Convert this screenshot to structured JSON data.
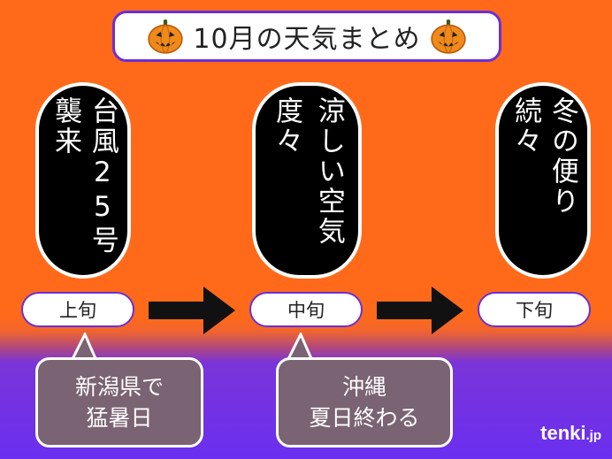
{
  "title": "10月の天気まとめ",
  "icons": {
    "title_left": "pumpkin-icon",
    "title_right": "pumpkin-icon",
    "arrows": "arrow-right-icon"
  },
  "columns": [
    {
      "pill_text": "台風25号襲来",
      "period": "上旬"
    },
    {
      "pill_line1": "涼しい空気",
      "pill_line2": "度々",
      "period": "中旬"
    },
    {
      "pill_text": "冬の便り続々",
      "period": "下旬"
    }
  ],
  "bubbles": [
    {
      "line1": "新潟県で",
      "line2": "猛暑日"
    },
    {
      "line1": "沖縄",
      "line2": "夏日終わる"
    }
  ],
  "logo": {
    "main": "tenki",
    "suffix": ".jp"
  },
  "colors": {
    "orange": "#ff6a1a",
    "purple": "#6a2ff0",
    "accent_border": "#6b2fd6",
    "bubble": "#7a6372"
  }
}
